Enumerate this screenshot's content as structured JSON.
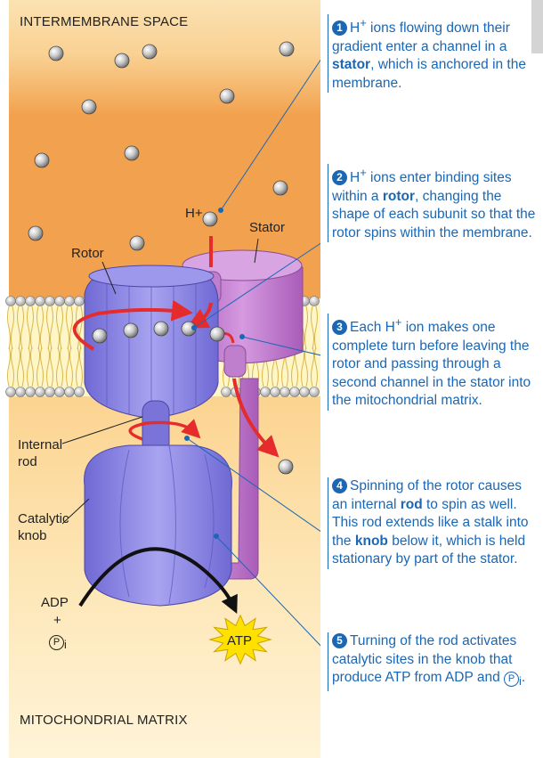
{
  "regions": {
    "top": "INTERMEMBRANE SPACE",
    "bottom": "MITOCHONDRIAL MATRIX"
  },
  "labels": {
    "h_plus": "H+",
    "stator": "Stator",
    "rotor": "Rotor",
    "internal_rod_1": "Internal",
    "internal_rod_2": "rod",
    "catalytic_knob_1": "Catalytic",
    "catalytic_knob_2": "knob",
    "adp": "ADP",
    "plus": "+",
    "pi_p": "P",
    "pi_i": "i",
    "atp": "ATP"
  },
  "steps": [
    {
      "num": "1",
      "pre": " ions flowing down their gradient enter a channel in a ",
      "bold": "stator",
      "post": ", which is anchored in the membrane."
    },
    {
      "num": "2",
      "pre": " ions enter binding sites within a ",
      "bold": "rotor",
      "post": ", changing the shape of each subunit so that the rotor spins within the membrane."
    },
    {
      "num": "3",
      "pre": "Each ",
      "mid": " ion makes one complete turn before leaving the rotor and passing through a second channel in the stator into the mitochondrial matrix."
    },
    {
      "num": "4",
      "pre": "Spinning of the rotor causes an internal ",
      "bold": "rod",
      "mid": " to spin as well. This rod extends like a stalk into the ",
      "bold2": "knob",
      "post": " below it, which is held stationary by part of the stator."
    },
    {
      "num": "5",
      "pre": "Turning of the rod activates catalytic sites in the knob that produce ATP from ADP and ",
      "post": "."
    }
  ],
  "colors": {
    "intermembrane": "#f2a04a",
    "matrix": "#fde3ab",
    "protein": "#8a85e0",
    "stator": "#b470c0",
    "arrow_red": "#e52b2b",
    "callout_blue": "#1a67b5"
  }
}
